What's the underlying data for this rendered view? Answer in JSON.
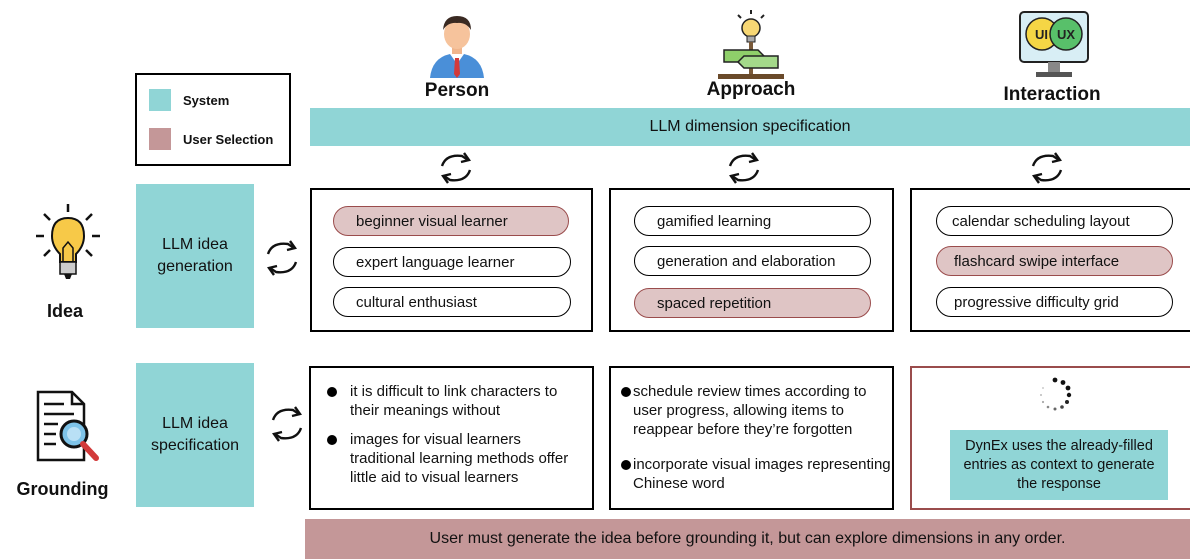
{
  "legend": {
    "items": [
      {
        "label": "System",
        "color": "#90d5d6"
      },
      {
        "label": "User Selection",
        "color": "#c49798"
      }
    ]
  },
  "columns": [
    {
      "title": "Person",
      "icon": "person-icon"
    },
    {
      "title": "Approach",
      "icon": "signpost-bulb-icon"
    },
    {
      "title": "Interaction",
      "icon": "ui-ux-monitor-icon"
    }
  ],
  "system_bar": {
    "label": "LLM dimension specification"
  },
  "rows": {
    "idea": {
      "label": "Idea",
      "icon": "lightbulb-icon",
      "system_label": "LLM idea generation"
    },
    "grounding": {
      "label": "Grounding",
      "icon": "document-magnifier-icon",
      "system_label": "LLM idea specification"
    }
  },
  "idea_panels": [
    {
      "options": [
        {
          "text": "beginner visual learner",
          "selected": true
        },
        {
          "text": "expert language learner",
          "selected": false
        },
        {
          "text": "cultural enthusiast",
          "selected": false
        }
      ]
    },
    {
      "options": [
        {
          "text": "gamified learning",
          "selected": false
        },
        {
          "text": "generation and elaboration",
          "selected": false
        },
        {
          "text": "spaced repetition",
          "selected": true
        }
      ]
    },
    {
      "options": [
        {
          "text": "calendar scheduling layout",
          "selected": false
        },
        {
          "text": "flashcard swipe interface",
          "selected": true
        },
        {
          "text": "progressive difficulty grid",
          "selected": false
        }
      ]
    }
  ],
  "grounding_panels": [
    {
      "bullets": [
        "it is difficult to link characters to their meanings without",
        "images for visual learners traditional learning methods offer little aid to visual learners"
      ]
    },
    {
      "bullets": [
        "schedule review times according to user progress, allowing items to reappear before they’re forgotten",
        "incorporate visual images representing Chinese word"
      ]
    },
    {
      "loading_note": "DynEx uses the already-filled entries as context to generate the response"
    }
  ],
  "footer": {
    "text": "User must generate the idea before grounding it, but can explore dimensions in any order."
  }
}
